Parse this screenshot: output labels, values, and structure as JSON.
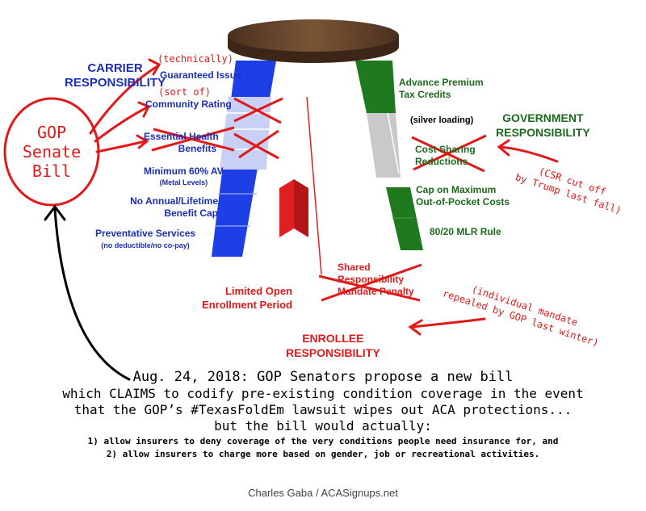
{
  "carrier": {
    "heading_line1": "CARRIER",
    "heading_line2": "RESPONSIBILITY",
    "note_technically": "(technically)",
    "guaranteed_issue": "Guaranteed Issue",
    "note_sort_of": "(sort of)",
    "community_rating": "Community Rating",
    "ehb_line1": "Essential Health",
    "ehb_line2": "Benefits",
    "av_line1": "Minimum 60% AV",
    "av_line2": "(Metal Levels)",
    "cap_line1": "No Annual/Lifetime",
    "cap_line2": "Benefit Cap",
    "prev_line1": "Preventative Services",
    "prev_line2": "(no deductible/no co-pay)"
  },
  "gop_bill": {
    "line1": "GOP",
    "line2": "Senate",
    "line3": "Bill"
  },
  "government": {
    "heading_line1": "GOVERNMENT",
    "heading_line2": "RESPONSIBILITY",
    "aptc_line1": "Advance Premium",
    "aptc_line2": "Tax Credits",
    "silver_loading": "(silver loading)",
    "csr_line1": "Cost Sharing",
    "csr_line2": "Reductions",
    "csr_note_line1": "(CSR cut off",
    "csr_note_line2": "by Trump last fall)",
    "oop_line1": "Cap on Maximum",
    "oop_line2": "Out-of-Pocket Costs",
    "mlr": "80/20 MLR Rule"
  },
  "enrollee": {
    "heading_line1": "ENROLLEE",
    "heading_line2": "RESPONSIBILITY",
    "open_line1": "Limited Open",
    "open_line2": "Enrollment Period",
    "shared_line1": "Shared",
    "shared_line2": "Responsibility",
    "shared_line3": "Mandate Penalty",
    "mandate_note_line1": "(individual mandate",
    "mandate_note_line2": "repealed by GOP last winter)"
  },
  "footer": {
    "line1": "Aug. 24, 2018: GOP Senators propose a new bill",
    "line2": "which CLAIMS to codify pre-existing condition coverage in the event",
    "line3": "that the GOP’s #TexasFoldEm lawsuit wipes out ACA protections...",
    "line4": "but the bill would actually:",
    "line5": "1) allow insurers to deny coverage of the very conditions people need insurance for, and",
    "line6": "2) allow insurers to charge more based on gender, job or recreational activities.",
    "credit": "Charles Gaba / ACASignups.net"
  },
  "colors": {
    "blue_leg": "#1e3fe6",
    "blue_light": "#c8d0f5",
    "green_leg": "#1f7a1f",
    "silver": "#c9c9c9",
    "red_leg": "#e02020",
    "seat": "#6b4a2e",
    "annotation_red": "#e01a1a"
  }
}
